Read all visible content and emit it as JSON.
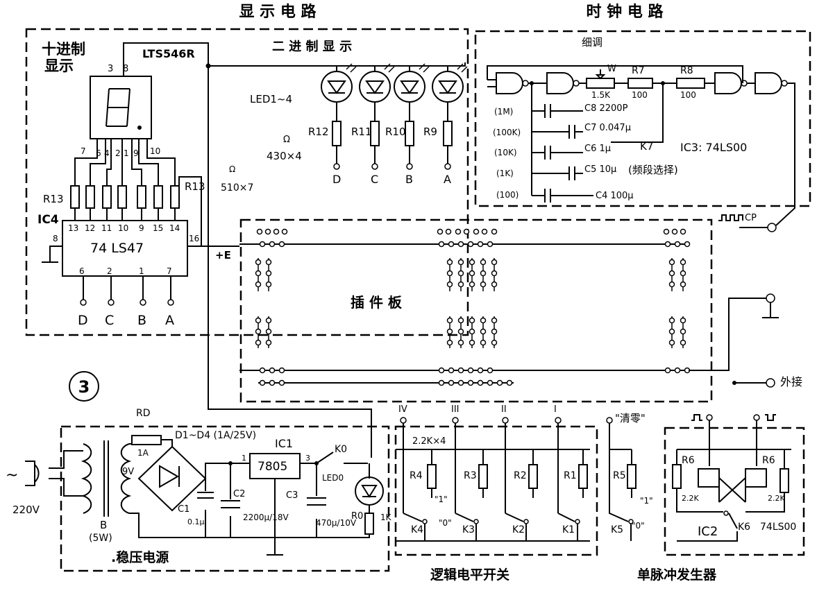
{
  "figure_number": "3",
  "sections": {
    "display": "显 示 电 路",
    "clock": "时 钟 电 路",
    "decimal_display": [
      "十进制",
      "显示"
    ],
    "binary_display": "二 进 制 显 示",
    "breadboard": "插 件 板",
    "power_supply": ".稳压电源",
    "logic_switches": "逻辑电平开关",
    "pulse_generator": "单脉冲发生器"
  },
  "display": {
    "seven_segment": "LTS546R",
    "seven_segment_pins": [
      "3",
      "8"
    ],
    "decoder": "74 LS47",
    "decoder_ic": "IC4",
    "decoder_top_pins": [
      "13",
      "12",
      "11",
      "10",
      "9",
      "15",
      "14"
    ],
    "decoder_bottom_pins": [
      "6",
      "2",
      "1",
      "7"
    ],
    "decoder_left_pin": "8",
    "decoder_right_pin": "16",
    "segment_pins": [
      "7",
      "6",
      "4",
      "2",
      "1",
      "9",
      "10"
    ],
    "resistor_left": "R13",
    "resistor_right": "R13",
    "resistor_value": "510×7",
    "omega": "Ω",
    "inputs": [
      "D",
      "C",
      "B",
      "A"
    ],
    "supply": "+E"
  },
  "binary": {
    "led_label": "LED1~4",
    "resistors": [
      "R12",
      "R11",
      "R10",
      "R9"
    ],
    "resistor_value": "430×4",
    "omega": "Ω",
    "inputs": [
      "D",
      "C",
      "B",
      "A"
    ]
  },
  "clock": {
    "fine_adjust": "细调",
    "pot": "W",
    "pot_value": "1.5K",
    "r7": "R7",
    "r7_value": "100",
    "r8": "R8",
    "r8_value": "100",
    "capacitors": [
      "C8 2200P",
      "C7 0.047μ",
      "C6 1μ",
      "C5 10μ",
      "C4 100μ"
    ],
    "frequencies": [
      "(1M)",
      "(100K)",
      "(10K)",
      "(1K)",
      "(100)"
    ],
    "switch": "K7",
    "ic": "IC3: 74LS00",
    "band_select": "(频段选择)",
    "cp": "CP"
  },
  "power": {
    "mains": "220V",
    "ac_symbol": "~",
    "fuse": "RD",
    "fuse_value": "1A",
    "secondary": "9V",
    "transformer": "B",
    "transformer_rating": "(5W)",
    "diodes": "D1~D4 (1A/25V)",
    "regulator_ic": "IC1",
    "regulator": "7805",
    "regulator_pins": [
      "1",
      "3"
    ],
    "c1": "C1",
    "c1_value": "0.1μ",
    "c2": "C2",
    "c2_value": "2200μ/18V",
    "c3": "C3",
    "c3_value": "470μ/10V",
    "switch": "K0",
    "led": "LED0",
    "r0": "R0",
    "r0_value": "1K"
  },
  "switches": {
    "channels": [
      "IV",
      "III",
      "II",
      "I"
    ],
    "resistor_value": "2.2K×4",
    "resistors": [
      "R4",
      "R3",
      "R2",
      "R1"
    ],
    "keys": [
      "K4",
      "K3",
      "K2",
      "K1"
    ],
    "levels": [
      "\"1\"",
      "\"0\""
    ]
  },
  "pulse": {
    "clear": "\"清零\"",
    "r5": "R5",
    "k5": "K5",
    "levels": [
      "\"1\"",
      "\"0\""
    ],
    "r6": "R6",
    "r6_value": "2.2K",
    "k6": "K6",
    "ic": "IC2",
    "ic_type": "74LS00",
    "external": "外接"
  }
}
